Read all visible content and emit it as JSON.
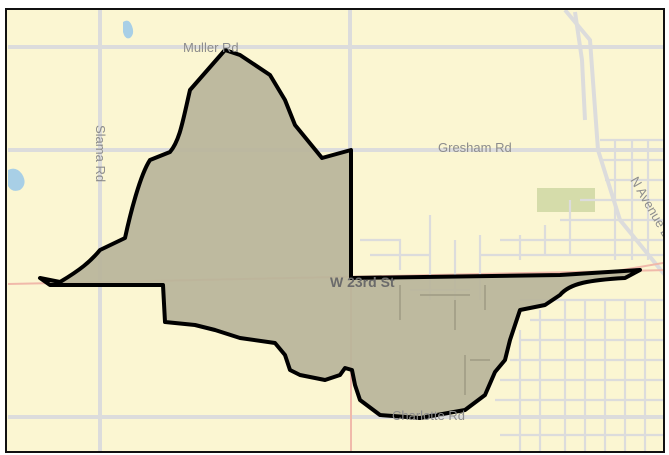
{
  "map": {
    "colors": {
      "land": "#fbf6d2",
      "road": "#dcdcdc",
      "arterial": "#f0b9aa",
      "water": "#a8cfe6",
      "park": "#d5dcaa",
      "boundary_fill": "#b8b49a",
      "boundary_stroke": "#000000",
      "label": "#8d8d8d"
    },
    "labels": {
      "muller": "Muller Rd",
      "gresham": "Gresham Rd",
      "slama": "Slama Rd",
      "w23rd": "W 23rd St",
      "charlotte": "Charlotte Rd",
      "avenue": "N Avenue D"
    }
  }
}
